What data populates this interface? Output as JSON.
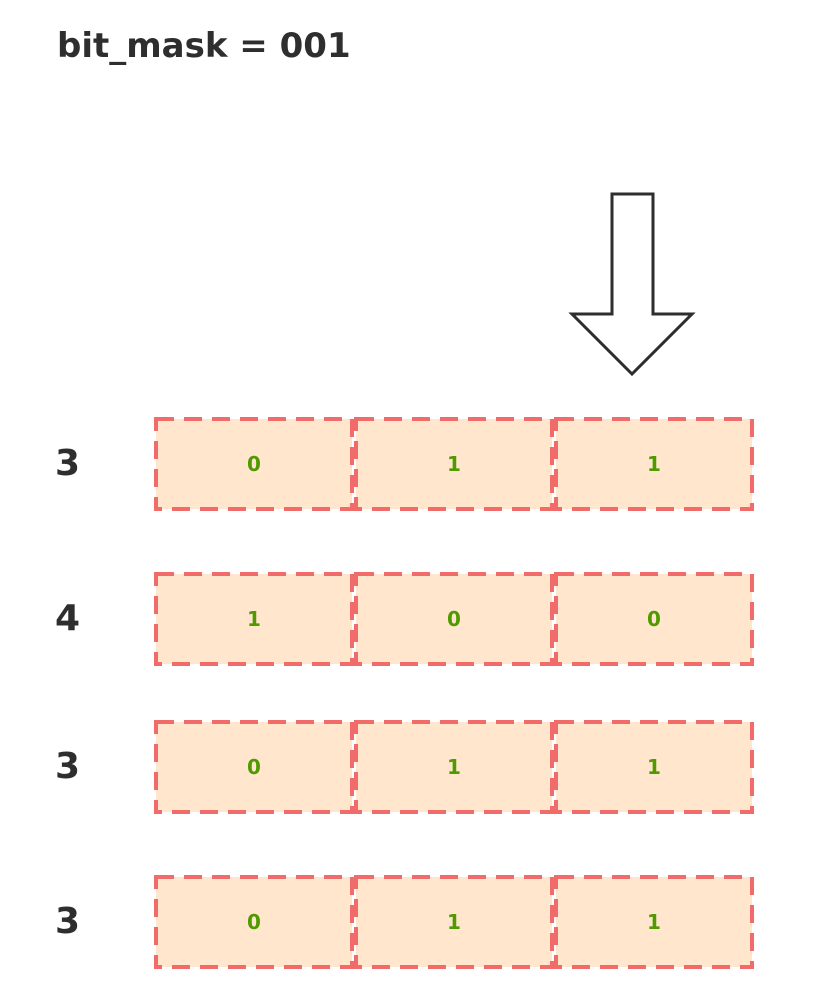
{
  "title": "bit_mask = 001",
  "colors": {
    "cell_fill": "#ffe6cc",
    "cell_border": "#f26b6b",
    "bit_text": "#4f9a00",
    "label_text": "#2e2e2e",
    "arrow_stroke": "#2e2e2e"
  },
  "arrow": {
    "icon": "down-arrow-icon",
    "target_column": 2
  },
  "rows": [
    {
      "label": "3",
      "bits": [
        "0",
        "1",
        "1"
      ]
    },
    {
      "label": "4",
      "bits": [
        "1",
        "0",
        "0"
      ]
    },
    {
      "label": "3",
      "bits": [
        "0",
        "1",
        "1"
      ]
    },
    {
      "label": "3",
      "bits": [
        "0",
        "1",
        "1"
      ]
    }
  ]
}
